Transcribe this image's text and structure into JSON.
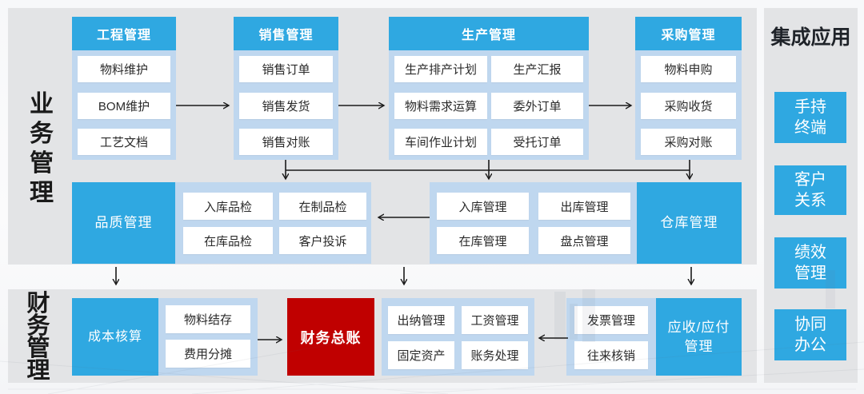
{
  "side_labels": {
    "business": "业务管理",
    "finance": "财务管理"
  },
  "top_columns": [
    {
      "header": "工程管理",
      "items": [
        "物料维护",
        "BOM维护",
        "工艺文档"
      ]
    },
    {
      "header": "销售管理",
      "items": [
        "销售订单",
        "销售发货",
        "销售对账"
      ]
    },
    {
      "header": "生产管理",
      "left_items": [
        "生产排产计划",
        "物料需求运算",
        "车间作业计划"
      ],
      "right_items": [
        "生产汇报",
        "委外订单",
        "受托订单"
      ]
    },
    {
      "header": "采购管理",
      "items": [
        "物料申购",
        "采购收货",
        "采购对账"
      ]
    }
  ],
  "middle_row": {
    "quality_title": "品质管理",
    "quality_items": [
      "入库品检",
      "在制品检",
      "在库品检",
      "客户投诉"
    ],
    "warehouse_items": [
      "入库管理",
      "出库管理",
      "在库管理",
      "盘点管理"
    ],
    "warehouse_title": "仓库管理"
  },
  "finance_row": {
    "cost_title": "成本核算",
    "cost_items": [
      "物料结存",
      "费用分摊"
    ],
    "ledger_title": "财务总账",
    "cashier_items": [
      "出纳管理",
      "工资管理",
      "固定资产",
      "账务处理"
    ],
    "invoice_items": [
      "发票管理",
      "往来核销"
    ],
    "arap_title": "应收/应付管理",
    "arap_line1": "应收/应付",
    "arap_line2": "管理"
  },
  "integration": {
    "title": "集成应用",
    "boxes": [
      {
        "name": "手持终端",
        "line1": "手持",
        "line2": "终端"
      },
      {
        "name": "客户关系",
        "line1": "客户",
        "line2": "关系"
      },
      {
        "name": "绩效管理",
        "line1": "绩效",
        "line2": "管理"
      },
      {
        "name": "协同办公",
        "line1": "协同",
        "line2": "办公"
      }
    ]
  },
  "colors": {
    "accent_blue": "#2fa8e1",
    "container_light_blue": "#bfd7ef",
    "accent_red": "#c00000",
    "panel_gray": "#e3e4e6",
    "arrow_black": "#1a1a1a"
  }
}
